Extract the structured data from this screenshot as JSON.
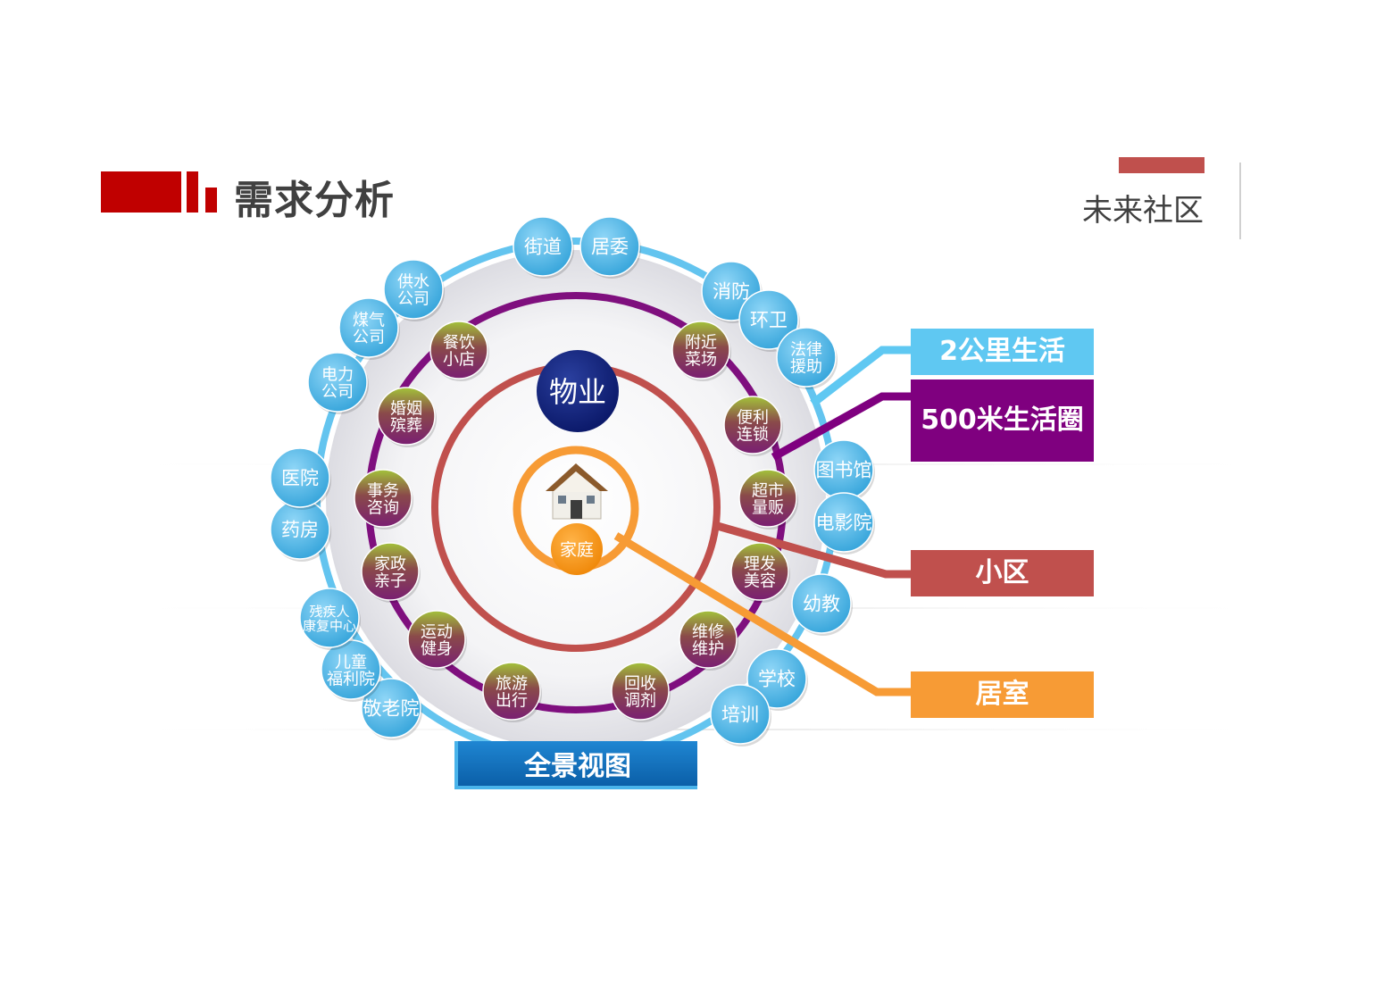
{
  "header": {
    "title": "需求分析",
    "brand": "未来社区"
  },
  "diagram": {
    "center_label": "家庭",
    "property_label": "物业",
    "bottom_banner": "全景视图",
    "outer_ring": [
      "街道",
      "居委",
      "消防",
      "环卫",
      "法律援助",
      "图书馆",
      "电影院",
      "幼教",
      "学校",
      "培训",
      "敬老院",
      "儿童福利院",
      "残疾人康复中心",
      "药房",
      "医院",
      "电力公司",
      "煤气公司",
      "供水公司"
    ],
    "middle_ring": [
      "餐饮小店",
      "附近菜场",
      "便利连锁",
      "超市量贩",
      "理发美容",
      "维修维护",
      "回收调剂",
      "旅游出行",
      "运动健身",
      "家政亲子",
      "事务咨询",
      "婚姻殡葬"
    ]
  },
  "legend": [
    {
      "label": "2公里生活",
      "color": "#5fc8f2"
    },
    {
      "label": "500米生活圈",
      "color": "#7f007f"
    },
    {
      "label": "小区",
      "color": "#c0504d"
    },
    {
      "label": "居室",
      "color": "#f79b35"
    }
  ],
  "colors": {
    "accent_red": "#c00000",
    "outer_bubble": "#5ab9e6",
    "inner_bubble_top": "#9bbb2f",
    "inner_bubble_bottom": "#7b1f6f"
  }
}
